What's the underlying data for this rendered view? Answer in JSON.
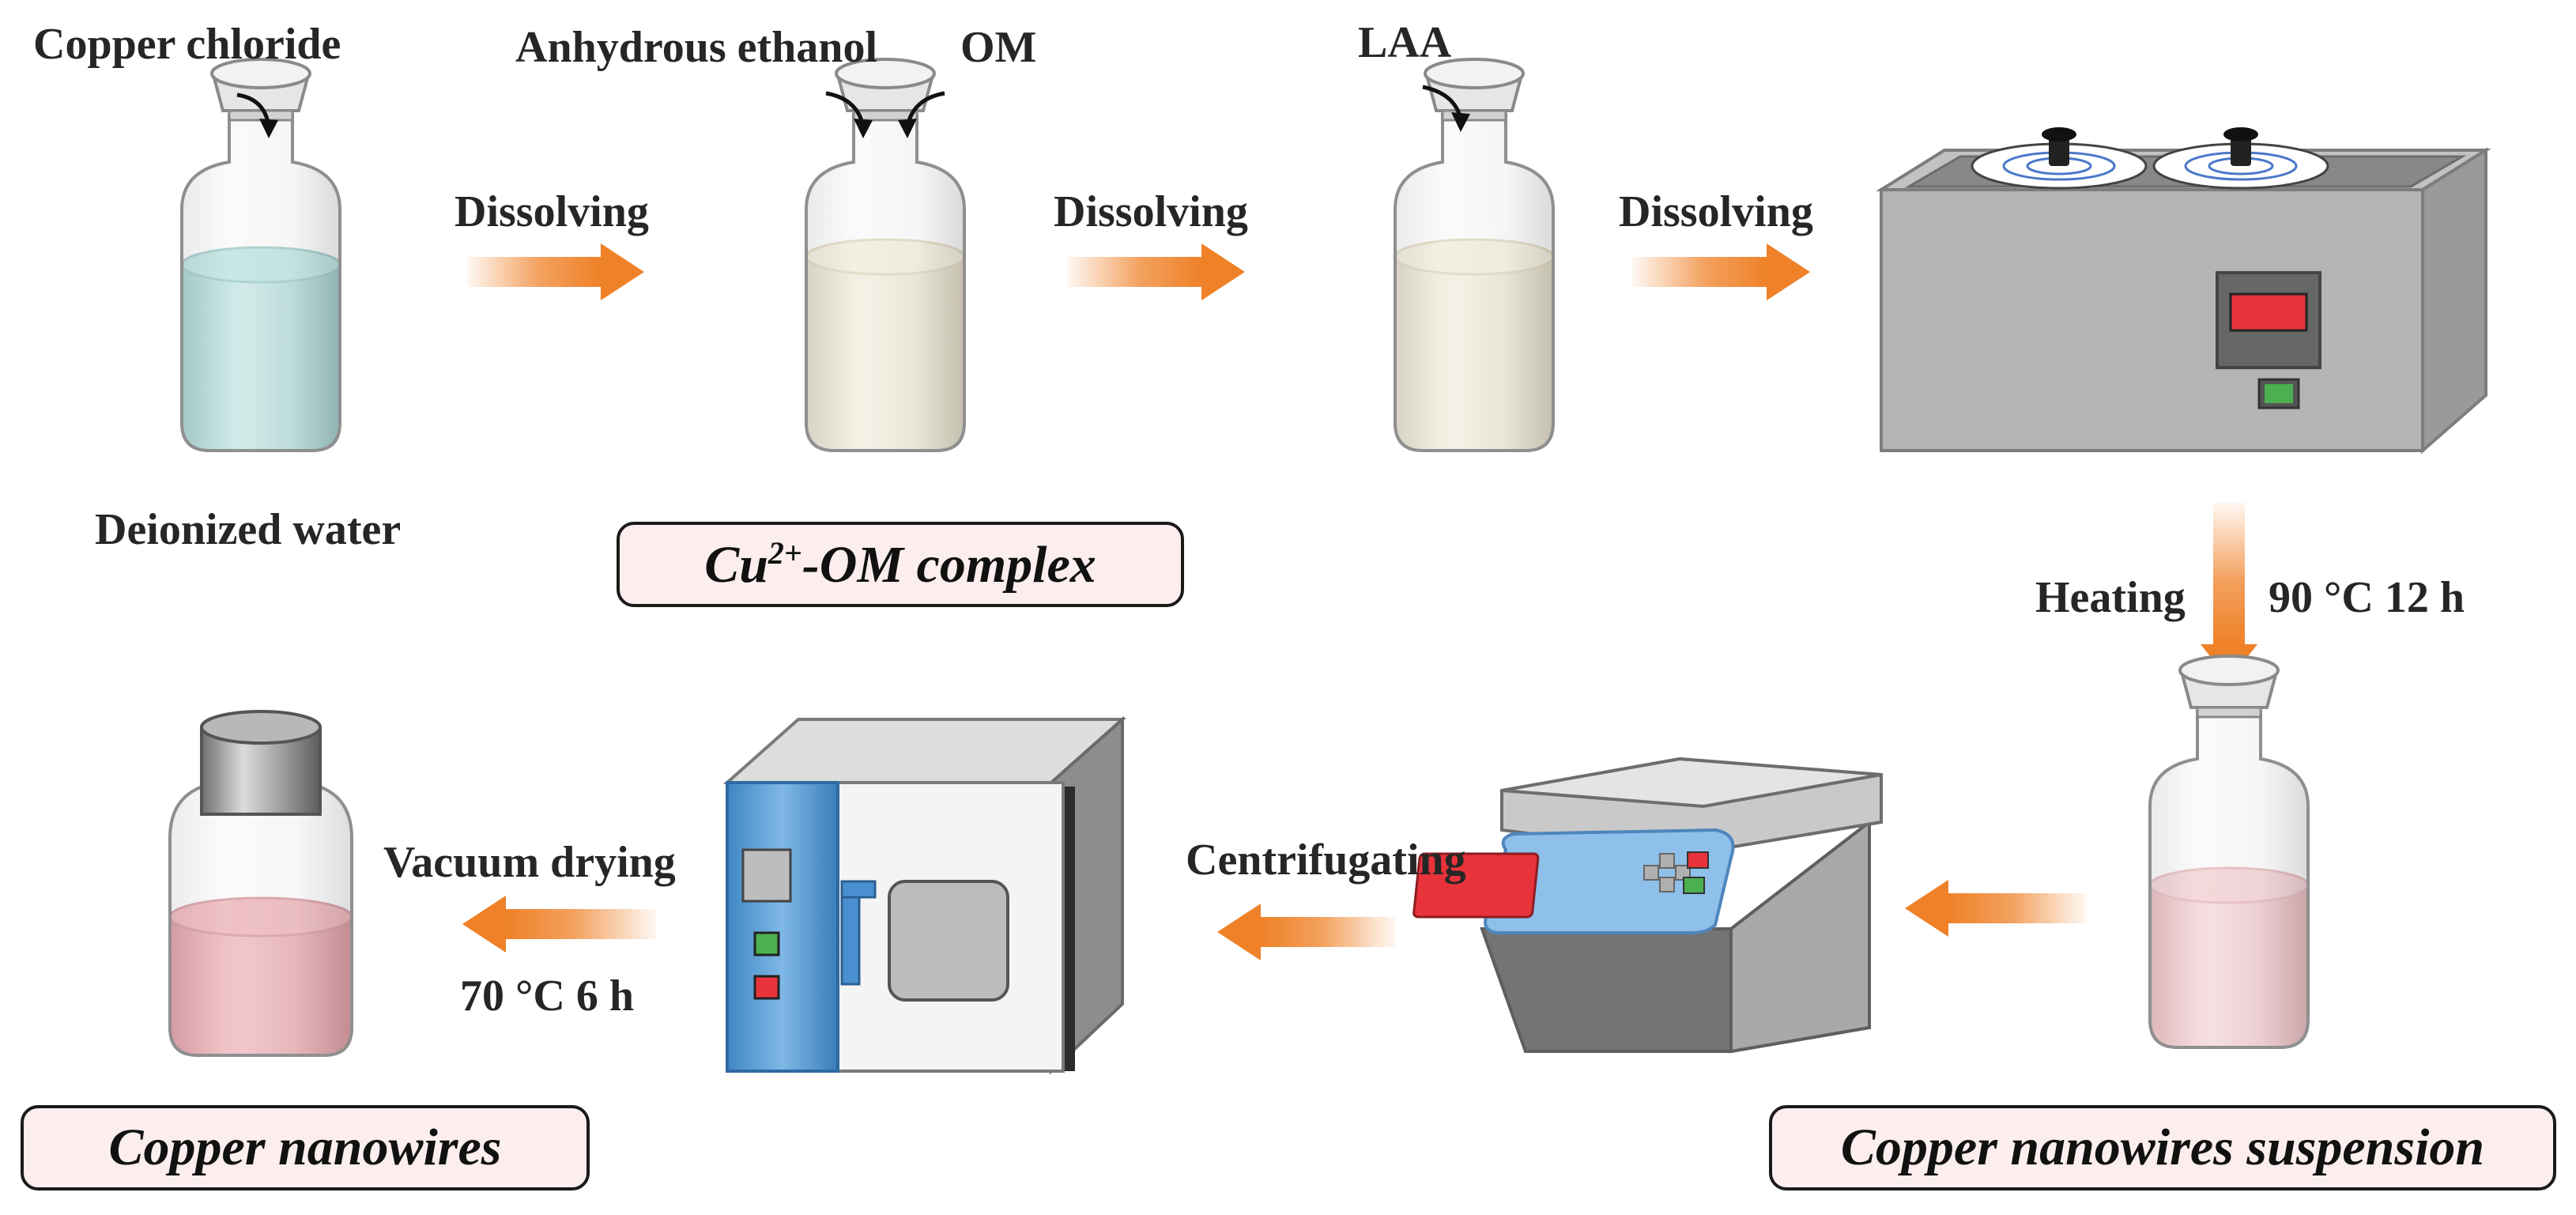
{
  "labels": {
    "copper_chloride": "Copper chloride",
    "deionized_water": "Deionized water",
    "anhydrous_ethanol": "Anhydrous ethanol",
    "om": "OM",
    "laa": "LAA",
    "dissolving_1": "Dissolving",
    "dissolving_2": "Dissolving",
    "dissolving_3": "Dissolving",
    "heating": "Heating",
    "heating_conditions": "90 °C 12 h",
    "centrifugating": "Centrifugating",
    "vacuum_drying": "Vacuum drying",
    "drying_conditions": "70 °C 6 h"
  },
  "boxes": {
    "complex_prefix": "Cu",
    "complex_charge": "2+",
    "complex_suffix": "-OM complex",
    "nanowires": "Copper nanowires",
    "suspension": "Copper nanowires suspension"
  },
  "colors": {
    "arrow_orange": "#ef8128",
    "box_fill": "#fdeeee",
    "solution_cyan": "#7cc9c6",
    "solution_cream": "#e9e0c2",
    "solution_pink": "#ee9aa2",
    "solution_red": "#e0707a",
    "display_red": "#e8333a",
    "button_green": "#4caf50",
    "device_gray": "#a9a9a9",
    "panel_blue": "#5aa0d8"
  },
  "icons": {
    "bottle_1": "reagent-bottle-icon",
    "bottle_2": "reagent-bottle-icon",
    "bottle_3": "reagent-bottle-icon",
    "hot_plate": "water-bath-icon",
    "bottle_4": "reagent-bottle-icon",
    "centrifuge": "centrifuge-icon",
    "oven": "vacuum-oven-icon",
    "product_bottle": "capped-bottle-icon"
  }
}
